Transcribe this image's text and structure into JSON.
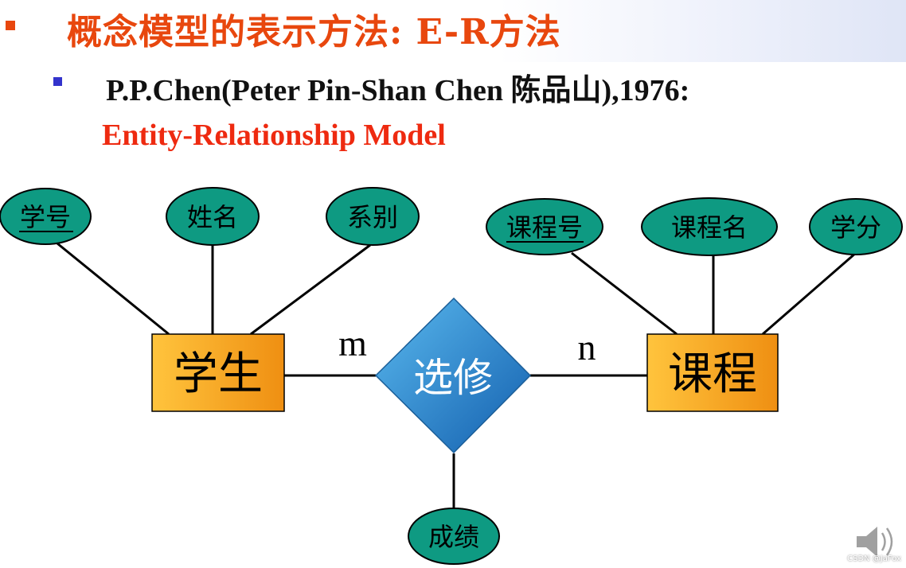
{
  "header": {
    "title": "概念模型的表示方法: E-R方法",
    "subtitle": "P.P.Chen(Peter Pin-Shan Chen 陈品山),1976:",
    "model_name": "Entity-Relationship Model",
    "colors": {
      "title": "#e8470e",
      "subtitle": "#111111",
      "model": "#ee2a10",
      "bullet_main": "#e8470e",
      "bullet_sub": "#3333cc"
    }
  },
  "diagram": {
    "entities": [
      {
        "id": "student",
        "label": "学生"
      },
      {
        "id": "course",
        "label": "课程"
      }
    ],
    "relationship": {
      "id": "enroll",
      "label": "选修"
    },
    "cardinality": {
      "left": "m",
      "right": "n"
    },
    "attributes": [
      {
        "id": "student-id",
        "label": "学号",
        "key": true,
        "owner": "student"
      },
      {
        "id": "student-name",
        "label": "姓名",
        "key": false,
        "owner": "student"
      },
      {
        "id": "student-dept",
        "label": "系别",
        "key": false,
        "owner": "student"
      },
      {
        "id": "course-id",
        "label": "课程号",
        "key": true,
        "owner": "course"
      },
      {
        "id": "course-name",
        "label": "课程名",
        "key": false,
        "owner": "course"
      },
      {
        "id": "course-credit",
        "label": "学分",
        "key": false,
        "owner": "course"
      },
      {
        "id": "grade",
        "label": "成绩",
        "key": false,
        "owner": "enroll"
      }
    ],
    "colors": {
      "entity_fill_light": "#ffc43d",
      "entity_fill_dark": "#ef8f12",
      "relationship_light": "#5ab9ee",
      "relationship_dark": "#135fae",
      "attribute_fill": "#0e9a82",
      "line": "#000000"
    }
  },
  "watermark": "CSDN @JaFox",
  "icons": [
    "speaker-icon"
  ]
}
